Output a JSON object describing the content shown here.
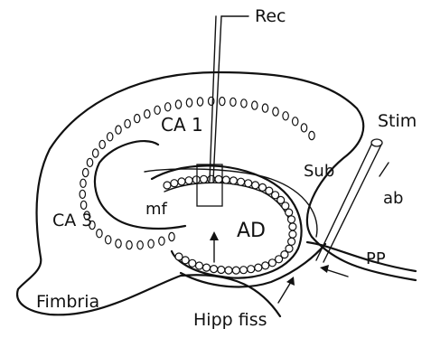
{
  "labels": {
    "rec": "Rec",
    "stim": "Stim",
    "ca1": "CA 1",
    "ca3": "CA 3",
    "sub": "Sub",
    "ab": "ab",
    "mf": "mf",
    "ad": "AD",
    "pp": "PP",
    "fimbria": "Fimbria",
    "hipp_fiss": "Hipp fiss"
  }
}
